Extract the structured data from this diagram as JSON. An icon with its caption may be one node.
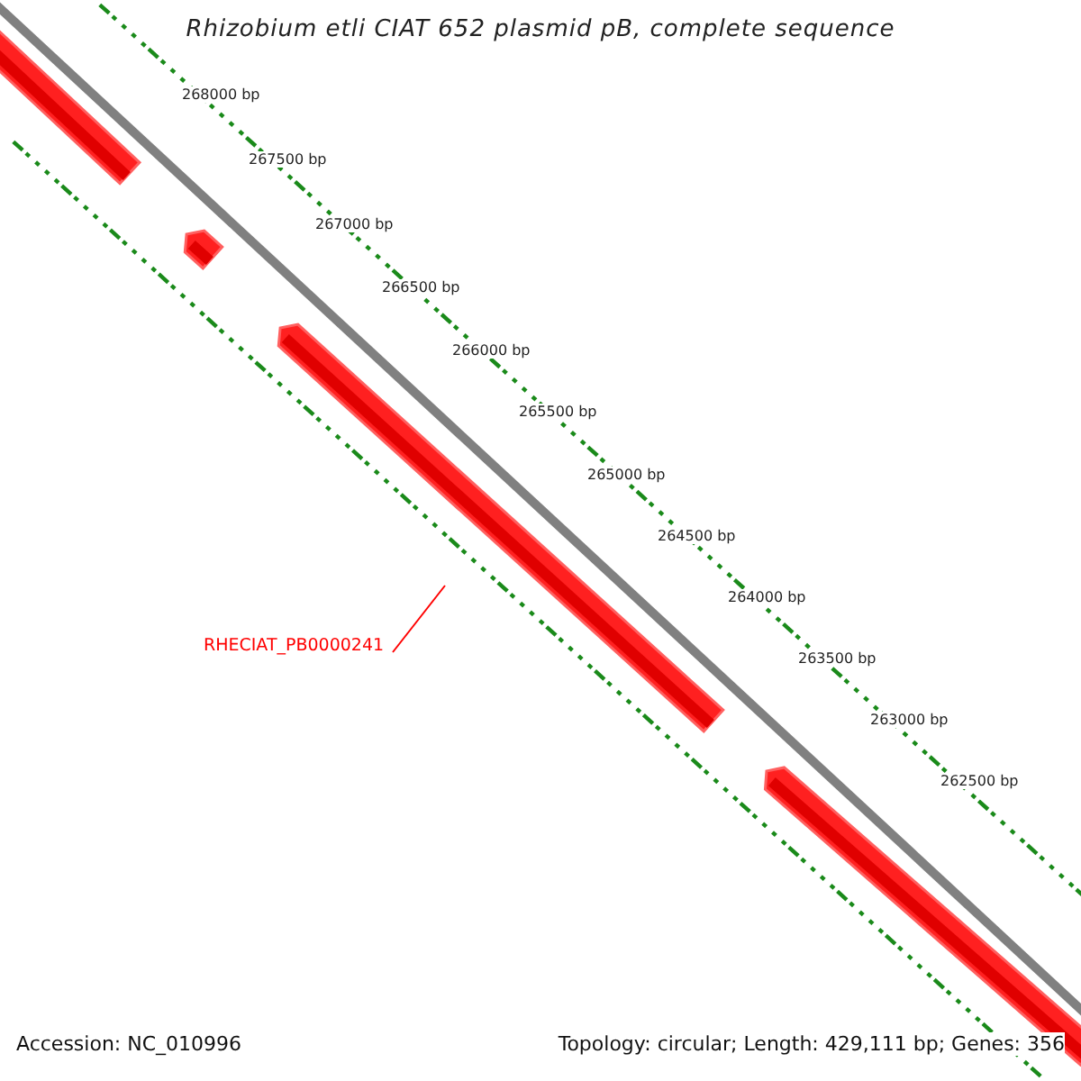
{
  "diagram": {
    "title": "Rhizobium etli CIAT 652 plasmid pB, complete sequence",
    "nodes": [
      {
        "text": [
          "RHECIAT_PB0000241"
        ]
      },
      {
        "text": [],
        "shape": "bar"
      }
    ],
    "edges": [
      {
        "from": 0,
        "to": 1,
        "arrow": "none"
      }
    ],
    "labels": [
      "268000 bp",
      "267500 bp",
      "267000 bp",
      "266500 bp",
      "266000 bp",
      "265500 bp",
      "265000 bp",
      "264500 bp",
      "264000 bp",
      "263500 bp",
      "263000 bp",
      "262500 bp",
      "Accession: NC_010996",
      "Topology: circular; Length: 429,111 bp; Genes: 356"
    ]
  }
}
